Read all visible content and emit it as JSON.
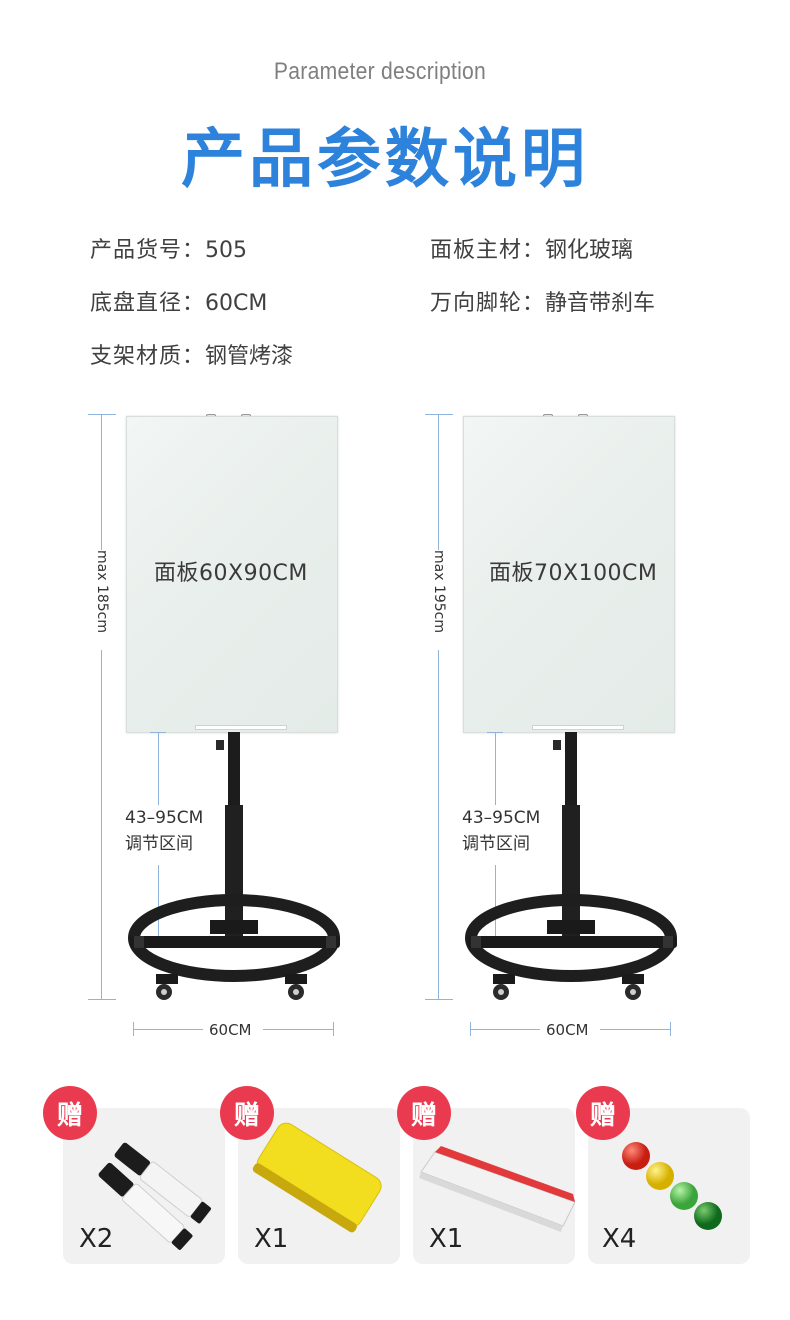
{
  "header": {
    "subtitle": "Parameter description",
    "title": "产品参数说明"
  },
  "params": {
    "left": [
      {
        "label": "产品货号：",
        "value": "505"
      },
      {
        "label": "底盘直径：",
        "value": "60CM"
      },
      {
        "label": "支架材质：",
        "value": "钢管烤漆"
      }
    ],
    "right": [
      {
        "label": "面板主材：",
        "value": "钢化玻璃"
      },
      {
        "label": "万向脚轮：",
        "value": "静音带刹车"
      }
    ]
  },
  "products": [
    {
      "panel_label": "面板60X90CM",
      "height_max": "max 185cm",
      "range": "43–95CM",
      "range_note": "调节区间",
      "base_width": "60CM"
    },
    {
      "panel_label": "面板70X100CM",
      "height_max": "max 195cm",
      "range": "43–95CM",
      "range_note": "调节区间",
      "base_width": "60CM"
    }
  ],
  "gifts": [
    {
      "badge": "赠",
      "qty": "X2",
      "item_icon": "marker-pens-icon"
    },
    {
      "badge": "赠",
      "qty": "X1",
      "item_icon": "eraser-icon"
    },
    {
      "badge": "赠",
      "qty": "X1",
      "item_icon": "pen-tray-icon"
    },
    {
      "badge": "赠",
      "qty": "X4",
      "item_icon": "magnets-icon"
    }
  ],
  "colors": {
    "title_blue": "#2d83db",
    "dimension_blue": "#8fb4de",
    "badge_red": "#ea3a4f",
    "card_grey": "#f1f1f1"
  }
}
